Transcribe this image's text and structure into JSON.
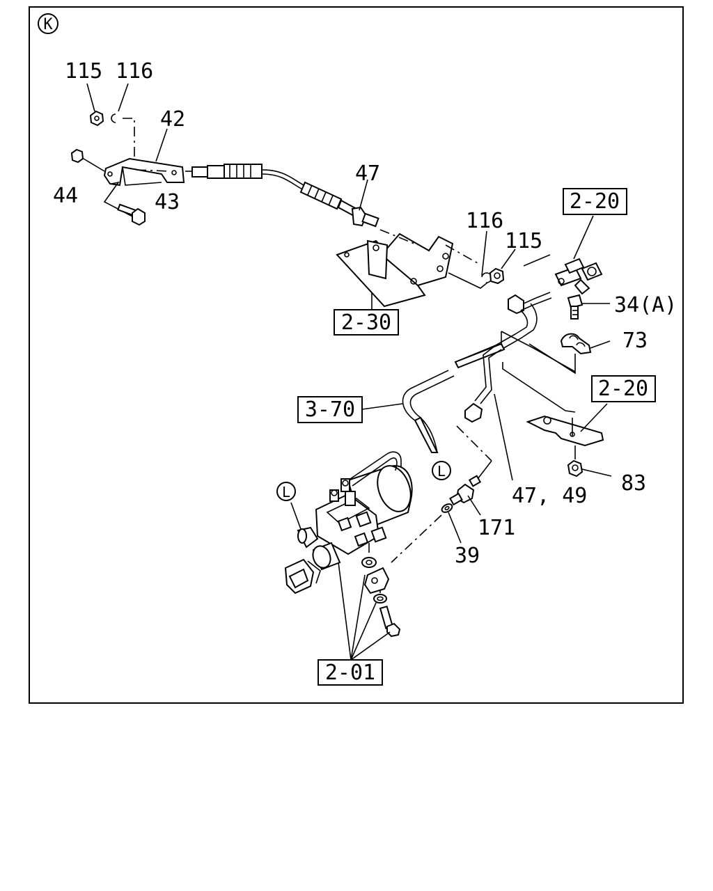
{
  "diagram": {
    "section_mark": "K",
    "callouts": {
      "c115a": "115",
      "c116a": "116",
      "c42": "42",
      "c44": "44",
      "c43": "43",
      "c47": "47",
      "c116b": "116",
      "c115b": "115",
      "c34a": "34(A)",
      "c73": "73",
      "c47_49": "47, 49",
      "c83": "83",
      "c171": "171",
      "c39": "39"
    },
    "refs": {
      "r2_20a": "2-20",
      "r2_30": "2-30",
      "r2_20b": "2-20",
      "r3_70": "3-70",
      "r2_01": "2-01"
    },
    "connectors": {
      "l1": "L",
      "l2": "L"
    }
  }
}
